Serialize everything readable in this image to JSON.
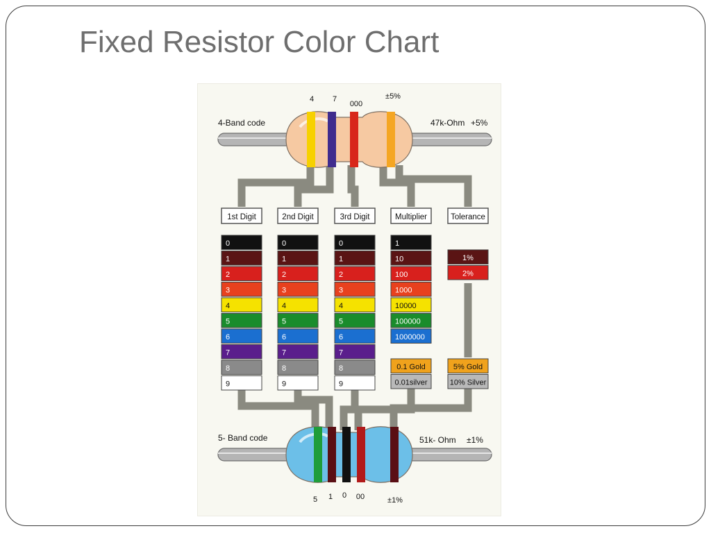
{
  "slide": {
    "title": "Fixed Resistor Color Chart"
  },
  "top_resistor": {
    "label": "4-Band code",
    "value": "47k-Ohm",
    "tolerance": "+5%",
    "digits": [
      "4",
      "7",
      "000",
      "±5%"
    ],
    "body_color": "#f6c9a2",
    "bands": [
      "#f7d100",
      "#3f2c8e",
      "#d8261b",
      "#f5a623"
    ]
  },
  "bottom_resistor": {
    "label": "5- Band code",
    "value": "51k- Ohm",
    "tolerance": "±1%",
    "digits": [
      "5",
      "1",
      "0",
      "00",
      "±1%"
    ],
    "body_color": "#6cbfe8",
    "bands": [
      "#1f9d3a",
      "#5a0f14",
      "#111111",
      "#b11a1a",
      "#5a0f14"
    ]
  },
  "columns": [
    {
      "header": "1st Digit",
      "rows": [
        {
          "label": "0",
          "color": "#111111"
        },
        {
          "label": "1",
          "color": "#5a1414"
        },
        {
          "label": "2",
          "color": "#d8201d"
        },
        {
          "label": "3",
          "color": "#e8411e"
        },
        {
          "label": "4",
          "color": "#f5e200"
        },
        {
          "label": "5",
          "color": "#1a8c2c"
        },
        {
          "label": "6",
          "color": "#1b6fd0"
        },
        {
          "label": "7",
          "color": "#5a1e8c"
        },
        {
          "label": "8",
          "color": "#8a8a8a"
        },
        {
          "label": "9",
          "color": "#ffffff"
        }
      ]
    },
    {
      "header": "2nd Digit",
      "rows": [
        {
          "label": "0",
          "color": "#111111"
        },
        {
          "label": "1",
          "color": "#5a1414"
        },
        {
          "label": "2",
          "color": "#d8201d"
        },
        {
          "label": "3",
          "color": "#e8411e"
        },
        {
          "label": "4",
          "color": "#f5e200"
        },
        {
          "label": "5",
          "color": "#1a8c2c"
        },
        {
          "label": "6",
          "color": "#1b6fd0"
        },
        {
          "label": "7",
          "color": "#5a1e8c"
        },
        {
          "label": "8",
          "color": "#8a8a8a"
        },
        {
          "label": "9",
          "color": "#ffffff"
        }
      ]
    },
    {
      "header": "3rd Digit",
      "rows": [
        {
          "label": "0",
          "color": "#111111"
        },
        {
          "label": "1",
          "color": "#5a1414"
        },
        {
          "label": "2",
          "color": "#d8201d"
        },
        {
          "label": "3",
          "color": "#e8411e"
        },
        {
          "label": "4",
          "color": "#f5e200"
        },
        {
          "label": "5",
          "color": "#1a8c2c"
        },
        {
          "label": "6",
          "color": "#1b6fd0"
        },
        {
          "label": "7",
          "color": "#5a1e8c"
        },
        {
          "label": "8",
          "color": "#8a8a8a"
        },
        {
          "label": "9",
          "color": "#ffffff"
        }
      ]
    },
    {
      "header": "Multiplier",
      "rows": [
        {
          "label": "1",
          "color": "#111111"
        },
        {
          "label": "10",
          "color": "#5a1414"
        },
        {
          "label": "100",
          "color": "#d8201d"
        },
        {
          "label": "1000",
          "color": "#e8411e"
        },
        {
          "label": "10000",
          "color": "#f5e200"
        },
        {
          "label": "100000",
          "color": "#1a8c2c"
        },
        {
          "label": "1000000",
          "color": "#1b6fd0"
        }
      ],
      "extra_rows": [
        {
          "label": "0.1 Gold",
          "color": "#f0a21c"
        },
        {
          "label": "0.01silver",
          "color": "#b9b9b9"
        }
      ]
    },
    {
      "header": "Tolerance",
      "rows": [
        {
          "label": "1%",
          "color": "#5a1414"
        },
        {
          "label": "2%",
          "color": "#d8201d"
        }
      ],
      "extra_rows": [
        {
          "label": "5% Gold",
          "color": "#f0a21c"
        },
        {
          "label": "10% Silver",
          "color": "#b9b9b9"
        }
      ]
    }
  ],
  "colors": {
    "wire": "#8a8a80",
    "lead": "#b5b5b5",
    "card_bg": "#f8f8f1"
  }
}
